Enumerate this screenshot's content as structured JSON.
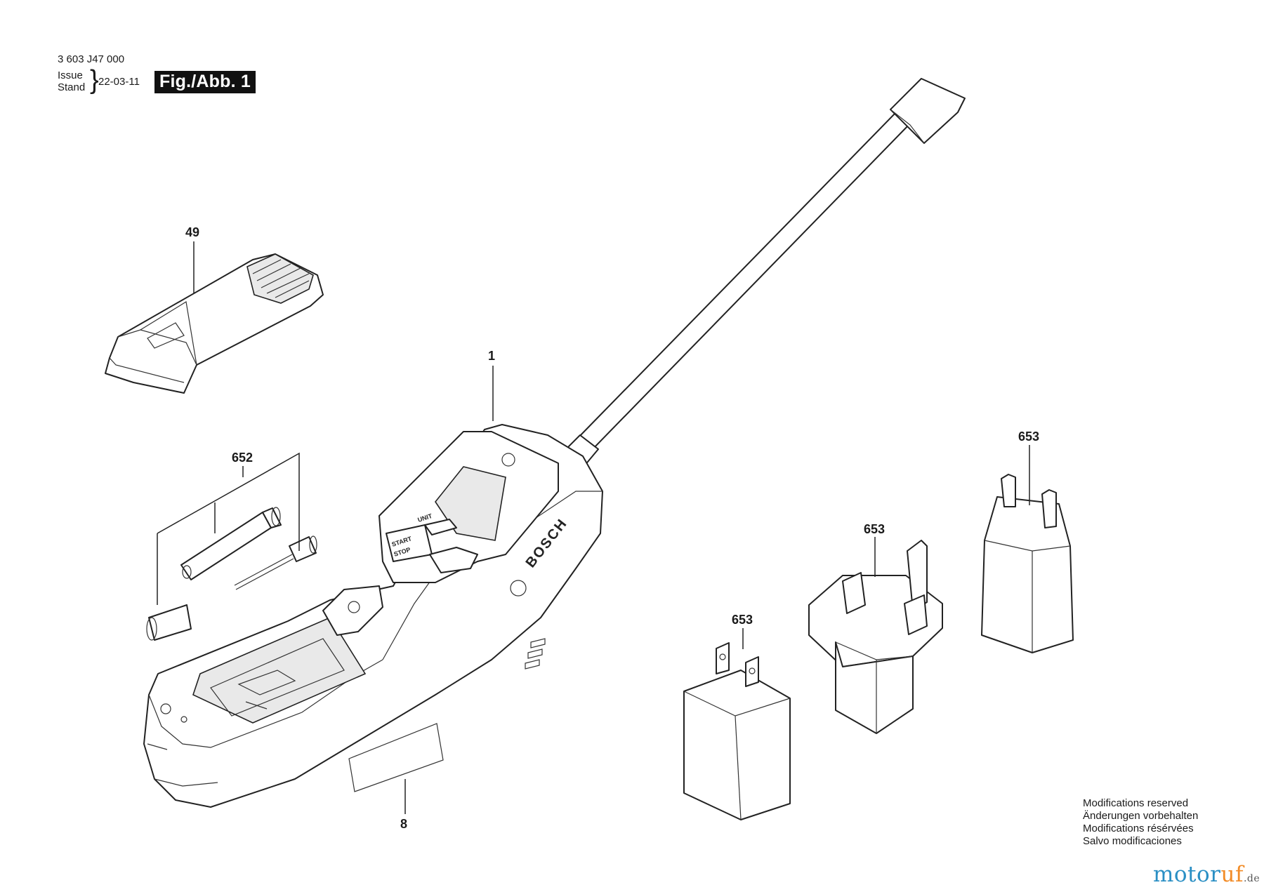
{
  "header": {
    "doc_number": "3 603 J47 000",
    "issue_label_1": "Issue",
    "issue_label_2": "Stand",
    "date": "22-03-11",
    "figure_label": "Fig./Abb. 1"
  },
  "callouts": {
    "part_49": "49",
    "part_1": "1",
    "part_652": "652",
    "part_653_left": "653",
    "part_653_middle": "653",
    "part_653_right": "653",
    "part_8": "8"
  },
  "device": {
    "brand": "BOSCH",
    "button_unit": "UNIT",
    "button_start": "START",
    "button_stop": "STOP"
  },
  "modifications": {
    "line_1": "Modifications reserved",
    "line_2": "Änderungen vorbehalten",
    "line_3": "Modifications résérvées",
    "line_4": "Salvo modificaciones"
  },
  "watermark": {
    "part_a": "motor",
    "part_b": "uf",
    "tld": ".de"
  },
  "colors": {
    "ink": "#222222",
    "watermark_blue": "#2a8fc4",
    "watermark_orange": "#f28c28"
  }
}
